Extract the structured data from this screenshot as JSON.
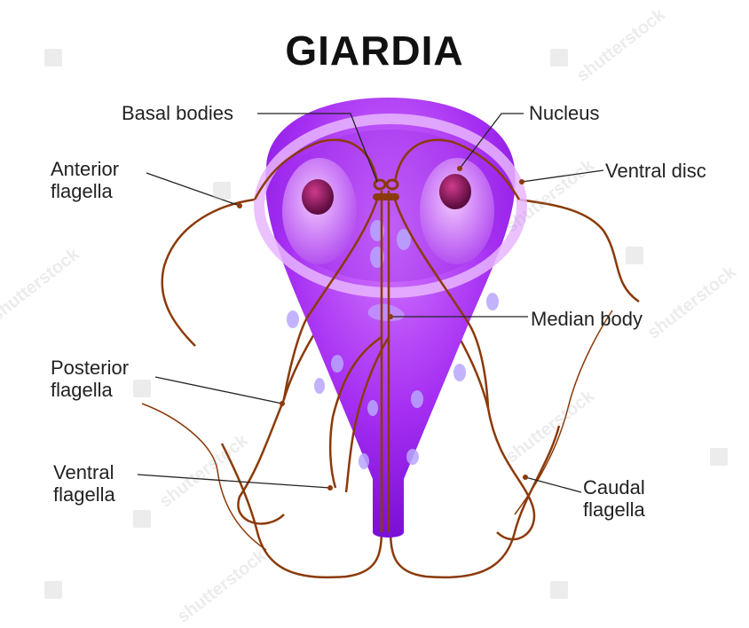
{
  "title": "GIARDIA",
  "labels": {
    "basal_bodies": "Basal bodies",
    "nucleus": "Nucleus",
    "anterior_flagella": "Anterior\nflagella",
    "ventral_disc": "Ventral disc",
    "median_body": "Median body",
    "posterior_flagella": "Posterior\nflagella",
    "ventral_flagella": "Ventral\nflagella",
    "caudal_flagella": "Caudal\nflagella"
  },
  "watermark": "shutterstock",
  "colors": {
    "body_light": "#c24dff",
    "body_dark": "#7a0fd6",
    "disc_rim": "#e8b6ff",
    "nucleus_fill": "#d98cff",
    "nucleolus": "#8a1a5a",
    "flagella": "#8b3a0a",
    "leader_line": "#222222"
  }
}
